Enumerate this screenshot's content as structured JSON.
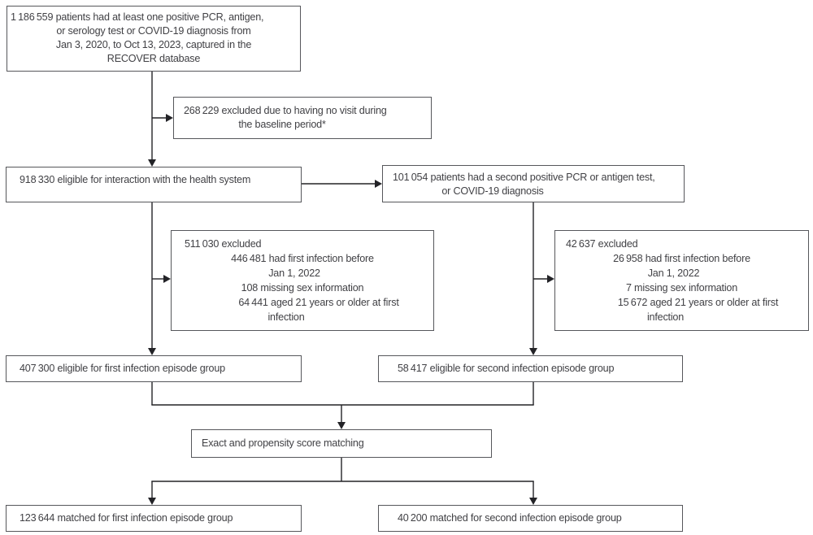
{
  "figure": {
    "colors": {
      "background": "#ffffff",
      "box_border": "#56575b",
      "connector": "#232327",
      "text": "#414145"
    }
  },
  "boxes": {
    "cohort": {
      "lines": [
        "1 186 559 patients had at least one positive PCR, antigen,",
        "or serology test or COVID-19 diagnosis from",
        "Jan 3, 2020, to Oct 13, 2023, captured in the",
        "RECOVER database"
      ]
    },
    "excluded_no_visit": {
      "lines": [
        "268 229 excluded due to having no visit during",
        "the baseline period*"
      ]
    },
    "eligible_interaction": {
      "lines": [
        "918 330 eligible for interaction with the health system"
      ]
    },
    "second_infection": {
      "lines": [
        "101 054 patients had a second positive PCR or antigen test,",
        "or COVID-19 diagnosis"
      ]
    },
    "excluded_first": {
      "lines": [
        "511 030 excluded",
        "446 481 had first infection before",
        "Jan 1, 2022",
        "108 missing sex information",
        "64 441 aged 21 years or older at first",
        "infection"
      ]
    },
    "excluded_second": {
      "lines": [
        "42 637 excluded",
        "26 958 had first infection before",
        "Jan 1, 2022",
        "7 missing sex information",
        "15 672 aged 21 years or older at first",
        "infection"
      ]
    },
    "eligible_first": {
      "lines": [
        "407 300 eligible for first infection episode group"
      ]
    },
    "eligible_second": {
      "lines": [
        "58 417 eligible for second infection episode group"
      ]
    },
    "matching": {
      "lines": [
        "Exact and propensity score matching"
      ]
    },
    "matched_first": {
      "lines": [
        "123 644 matched for first infection episode group"
      ]
    },
    "matched_second": {
      "lines": [
        "40 200 matched for second infection episode group"
      ]
    }
  }
}
